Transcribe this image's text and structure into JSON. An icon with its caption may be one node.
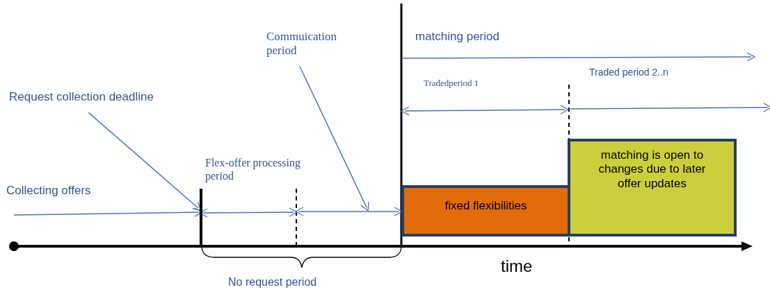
{
  "diagram": {
    "nodes": [
      {
        "text": [
          "Request collection deadline"
        ]
      },
      {
        "text": [],
        "shape": "bar"
      },
      {
        "text": [
          "Commuication period"
        ]
      },
      {
        "text": [
          "fixed flexibilities"
        ]
      },
      {
        "text": [
          "matching is open to changes due to later offer updates"
        ]
      }
    ],
    "edges": [
      {
        "from": 0,
        "to": 1,
        "arrow": "to"
      },
      {
        "from": 2,
        "to": null,
        "arrow": "to"
      }
    ],
    "labels": [
      "matching period",
      "Traded period 2..n",
      "Tradedperiod 1",
      "Collecting offers",
      "Flex-offer processing period",
      "time",
      "No request period"
    ]
  }
}
